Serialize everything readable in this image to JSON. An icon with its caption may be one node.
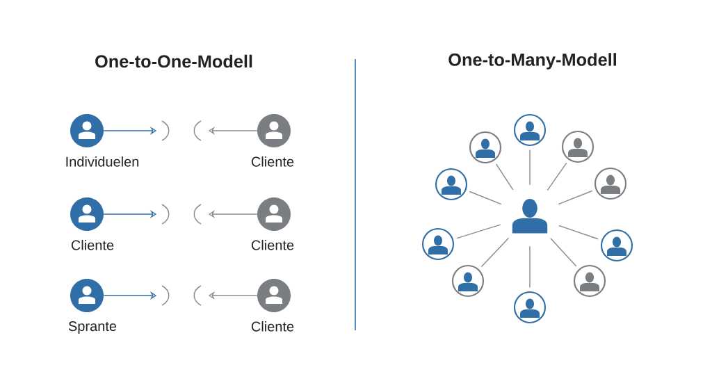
{
  "diagram": {
    "nodes": [
      {
        "text": [
          "Individuelen"
        ]
      },
      {
        "text": [
          "Cliente"
        ]
      },
      {
        "text": [
          "Cliente"
        ]
      },
      {
        "text": [
          "Cliente"
        ]
      },
      {
        "text": [
          "Sprante"
        ]
      },
      {
        "text": [
          "Cliente"
        ]
      },
      {
        "text": [],
        "shape": "person"
      },
      {
        "text": [],
        "shape": "person"
      },
      {
        "text": [],
        "shape": "person"
      },
      {
        "text": [],
        "shape": "person"
      },
      {
        "text": [],
        "shape": "person"
      },
      {
        "text": [],
        "shape": "person"
      },
      {
        "text": [],
        "shape": "person"
      },
      {
        "text": [],
        "shape": "person"
      },
      {
        "text": [],
        "shape": "person"
      },
      {
        "text": [],
        "shape": "person"
      },
      {
        "text": [],
        "shape": "person"
      }
    ],
    "edges": [
      {
        "from": 0,
        "to": null,
        "arrow": "to",
        "color": "#2f6ea6"
      },
      {
        "from": 1,
        "to": null,
        "arrow": "to"
      },
      {
        "from": 2,
        "to": null,
        "arrow": "to",
        "color": "#2f6ea6"
      },
      {
        "from": 3,
        "to": null,
        "arrow": "to"
      },
      {
        "from": 4,
        "to": null,
        "arrow": "to",
        "color": "#2f6ea6"
      },
      {
        "from": 5,
        "to": null,
        "arrow": "to"
      },
      {
        "from": 11,
        "to": 6,
        "arrow": "none"
      },
      {
        "from": 11,
        "to": 7,
        "arrow": "none"
      },
      {
        "from": 11,
        "to": 8,
        "arrow": "none"
      },
      {
        "from": 11,
        "to": 9,
        "arrow": "none"
      },
      {
        "from": 11,
        "to": 10,
        "arrow": "none"
      },
      {
        "from": 11,
        "to": 12,
        "arrow": "none"
      },
      {
        "from": 11,
        "to": 13,
        "arrow": "none"
      },
      {
        "from": 11,
        "to": 14,
        "arrow": "none"
      },
      {
        "from": 11,
        "to": 15,
        "arrow": "none"
      },
      {
        "from": 11,
        "to": 16,
        "arrow": "none"
      }
    ],
    "labels": [
      "One-to-One-Modell",
      "One-to-Many-Modell"
    ]
  }
}
